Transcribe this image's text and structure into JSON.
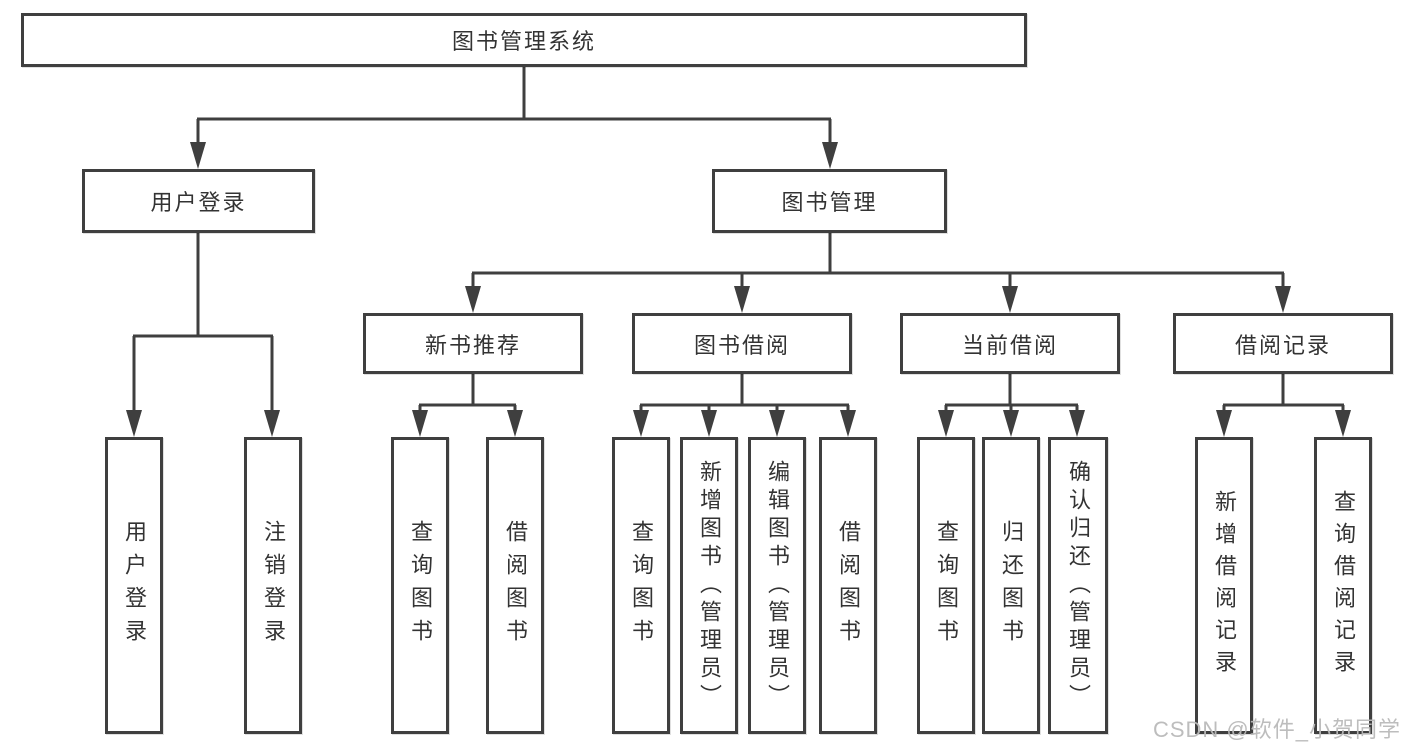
{
  "diagram_title": "图书管理系统",
  "tree": {
    "label": "图书管理系统",
    "children": [
      {
        "label": "用户登录",
        "children": [
          {
            "label": "用户登录"
          },
          {
            "label": "注销登录"
          }
        ]
      },
      {
        "label": "图书管理",
        "children": [
          {
            "label": "新书推荐",
            "children": [
              {
                "label": "查询图书"
              },
              {
                "label": "借阅图书"
              }
            ]
          },
          {
            "label": "图书借阅",
            "children": [
              {
                "label": "查询图书"
              },
              {
                "label": "新增图书（管理员）"
              },
              {
                "label": "编辑图书（管理员）"
              },
              {
                "label": "借阅图书"
              }
            ]
          },
          {
            "label": "当前借阅",
            "children": [
              {
                "label": "查询图书"
              },
              {
                "label": "归还图书"
              },
              {
                "label": "确认归还（管理员）"
              }
            ]
          },
          {
            "label": "借阅记录",
            "children": [
              {
                "label": "新增借阅记录"
              },
              {
                "label": "查询借阅记录"
              }
            ]
          }
        ]
      }
    ]
  },
  "watermark": "CSDN @软件_小贺同学",
  "colors": {
    "line": "#3f3f3f",
    "text": "#333333",
    "box_background": "#ffffff",
    "page_background": "#ffffff",
    "watermark": "#b9b9b9"
  }
}
